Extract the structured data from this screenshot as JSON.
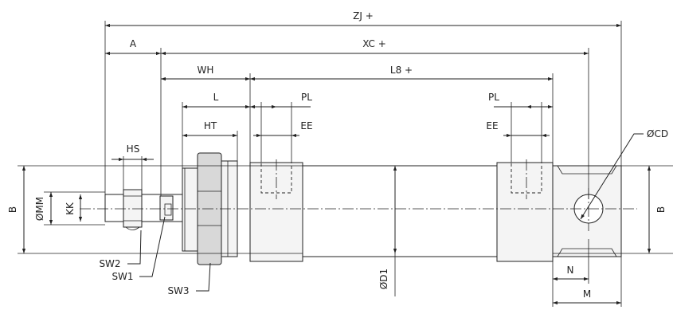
{
  "labels": {
    "zj": "ZJ +",
    "a": "A",
    "xc": "XC +",
    "wh": "WH",
    "l8": "L8 +",
    "l": "L",
    "pl_left": "PL",
    "pl_right": "PL",
    "ht": "HT",
    "ee_left": "EE",
    "ee_right": "EE",
    "hs": "HS",
    "cd": "ØCD",
    "b_left": "B",
    "b_right": "B",
    "mm": "ØMM",
    "kk": "KK",
    "d1": "ØD1",
    "sw1": "SW1",
    "sw2": "SW2",
    "sw3": "SW3",
    "n": "N",
    "m": "M"
  },
  "colors": {
    "line": "#222222",
    "body_fill": "#f4f4f4"
  }
}
